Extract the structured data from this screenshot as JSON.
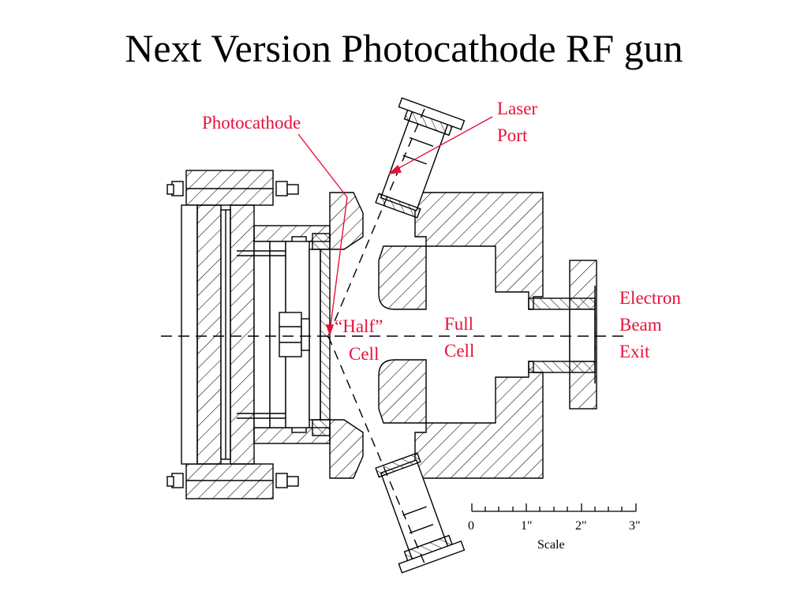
{
  "title": "Next Version Photocathode RF gun",
  "labels": {
    "photocathode": "Photocathode",
    "laser_port": [
      "Laser",
      "Port"
    ],
    "half_cell": [
      "“Half”",
      "Cell"
    ],
    "full_cell": [
      "Full",
      "Cell"
    ],
    "electron_beam_exit": [
      "Electron",
      "Beam",
      "Exit"
    ]
  },
  "scale": {
    "ticks": [
      "0",
      "1\"",
      "2\"",
      "3\""
    ],
    "caption": "Scale"
  },
  "colors": {
    "label": "#e8103a",
    "drawing": "#000000",
    "background": "#ffffff"
  }
}
